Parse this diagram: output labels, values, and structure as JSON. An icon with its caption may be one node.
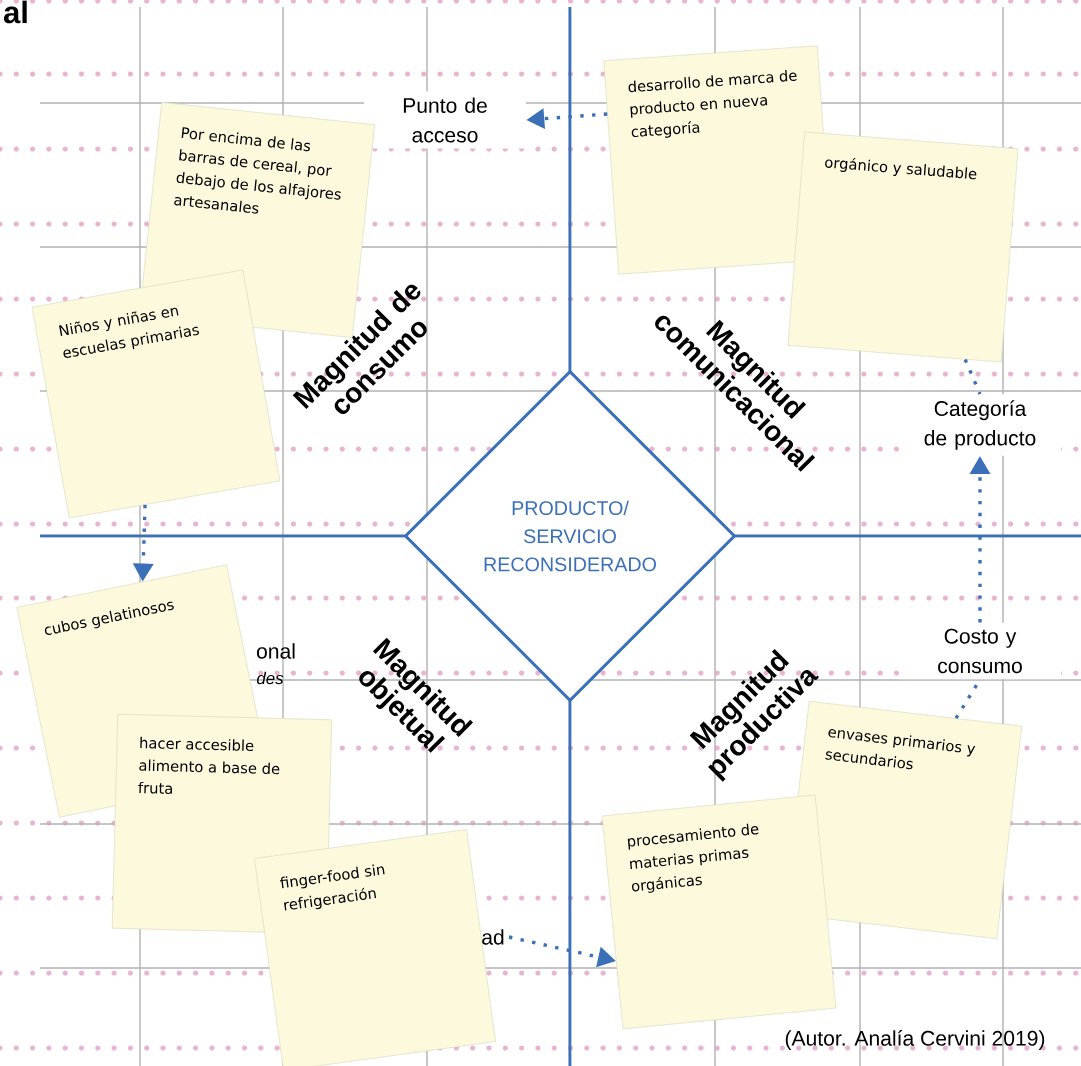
{
  "diagram": {
    "nodes": [
      {
        "text": [
          "PRODUCTO/ SERVICIO RECONSIDERADO"
        ]
      },
      {
        "text": [
          "Punto de acceso"
        ]
      },
      {
        "text": [
          "desarrollo de marca de producto en nueva categoría"
        ]
      },
      {
        "text": [
          "orgánico y saludable"
        ]
      },
      {
        "text": [
          "Por encima de las barras de cereal, por debajo de los alfajores artesanales"
        ]
      },
      {
        "text": [
          "Niños y niñas en escuelas primarias"
        ]
      },
      {
        "text": [
          "Categoría de producto"
        ]
      },
      {
        "text": [
          "cubos gelatinosos"
        ]
      },
      {
        "text": [
          "Costo y consumo"
        ]
      },
      {
        "text": [
          "hacer accesible alimento a base de fruta"
        ]
      },
      {
        "text": [
          "envases primarios y secundarios"
        ]
      },
      {
        "text": [
          "finger-food sin refrigeración"
        ]
      },
      {
        "text": [
          "procesamiento de materias primas orgánicas"
        ]
      },
      {
        "text": [
          "ad"
        ]
      }
    ],
    "edges": [
      {
        "from": 2,
        "to": 1,
        "arrow": "to"
      },
      {
        "from": 5,
        "to": 7,
        "arrow": "to"
      },
      {
        "from": 3,
        "to": 6,
        "arrow": "none"
      },
      {
        "from": 10,
        "to": 8,
        "arrow": "none"
      },
      {
        "from": 8,
        "to": 6,
        "arrow": "to"
      },
      {
        "from": 13,
        "to": 12,
        "arrow": "to"
      }
    ],
    "labels": [
      "al",
      "Magnitud de consumo",
      "Magnitud comunicacional",
      "onal",
      "des",
      "Magnitud objetual",
      "Magnitud productiva",
      "(Autor. Analía Cervini 2019)"
    ]
  }
}
